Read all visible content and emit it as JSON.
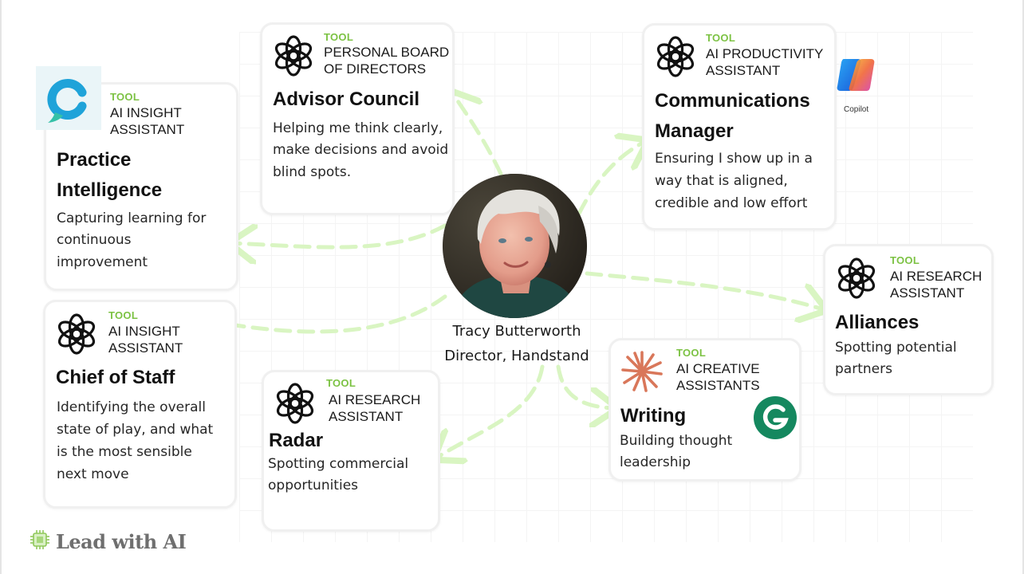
{
  "cards": {
    "practice": {
      "tag": "TOOL",
      "kind": [
        "AI INSIGHT",
        "ASSISTANT"
      ],
      "title": [
        "Practice",
        "Intelligence"
      ],
      "desc": [
        "Capturing learning for",
        "continuous",
        "improvement"
      ],
      "icon": "chatgpt-logo-icon"
    },
    "advisor": {
      "tag": "TOOL",
      "kind": [
        "PERSONAL BOARD",
        "OF DIRECTORS"
      ],
      "title": [
        "Advisor Council"
      ],
      "desc": [
        "Helping me think clearly,",
        "make decisions and avoid",
        "blind spots."
      ],
      "icon": "chatgpt-logo-icon"
    },
    "comms": {
      "tag": "TOOL",
      "kind": [
        "AI PRODUCTIVITY",
        "ASSISTANT"
      ],
      "title": [
        "Communications",
        "Manager"
      ],
      "desc": [
        "Ensuring I show up in a",
        "way that is aligned,",
        "credible and low effort"
      ],
      "icon": "chatgpt-logo-icon"
    },
    "alliances": {
      "tag": "TOOL",
      "kind": [
        "AI RESEARCH",
        "ASSISTANT"
      ],
      "title": [
        "Alliances"
      ],
      "desc": [
        "Spotting potential",
        "partners"
      ],
      "icon": "chatgpt-logo-icon"
    },
    "chief": {
      "tag": "TOOL",
      "kind": [
        "AI INSIGHT",
        "ASSISTANT"
      ],
      "title": [
        "Chief of Staff"
      ],
      "desc": [
        "Identifying the overall",
        "state of play, and what",
        "is the most sensible",
        "next move"
      ],
      "icon": "chatgpt-logo-icon"
    },
    "radar": {
      "tag": "TOOL",
      "kind": [
        "AI RESEARCH",
        "ASSISTANT"
      ],
      "title": [
        "Radar"
      ],
      "desc": [
        "Spotting commercial",
        "opportunities"
      ],
      "icon": "chatgpt-logo-icon"
    },
    "writing": {
      "tag": "TOOL",
      "kind": [
        "AI CREATIVE",
        "ASSISTANTS"
      ],
      "title": [
        "Writing"
      ],
      "desc": [
        "Building thought",
        "leadership"
      ],
      "icon": "claude-burst-icon"
    }
  },
  "center": {
    "name": "Tracy Butterworth",
    "role": "Director, Handstand",
    "icon": "portrait-photo"
  },
  "logos": {
    "copilot_label": "Copilot",
    "copilot_icon": "copilot-logo-icon",
    "grammarly_icon": "grammarly-logo-icon",
    "insight_icon": "insight-c-logo-icon"
  },
  "brand": {
    "text": "Lead with AI",
    "icon": "chip-logo-icon"
  },
  "colors": {
    "accent_green": "#7cc243",
    "arrow_green": "#d9f5c2",
    "card_border": "#f0f0f0"
  }
}
